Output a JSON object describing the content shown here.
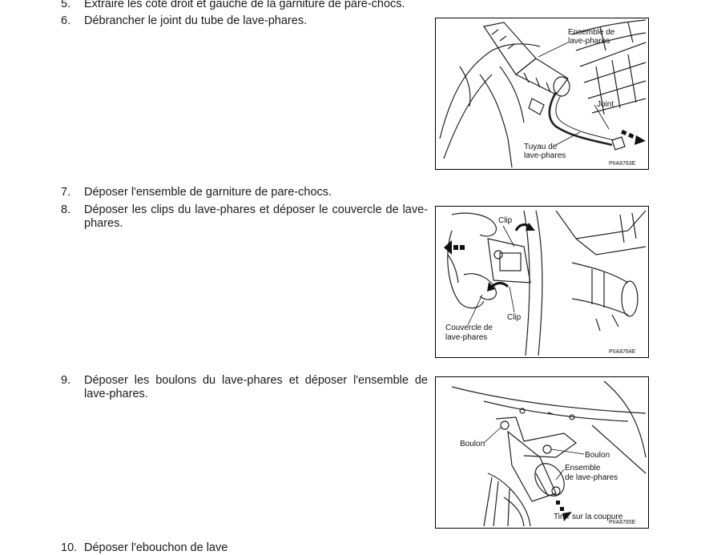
{
  "steps": [
    {
      "num": "5.",
      "text": "Extraire les côté droit et gauche de la garniture de pare-chocs."
    },
    {
      "num": "6.",
      "text": "Débrancher le joint du tube de lave-phares."
    },
    {
      "num": "7.",
      "text": "Déposer l'ensemble de garniture de pare-chocs."
    },
    {
      "num": "8.",
      "text": "Déposer les clips du lave-phares et déposer le couvercle de lave-phares."
    },
    {
      "num": "9.",
      "text": "Déposer les boulons du lave-phares et déposer l'ensemble de lave-phares."
    },
    {
      "num": "10.",
      "text": "Déposer l'ebouchon de lave"
    }
  ],
  "figures": [
    {
      "code": "PIIA8763E",
      "labels": {
        "assembly_line1": "Ensemble de",
        "assembly_line2": "lave-phares",
        "joint": "Joint",
        "hose_line1": "Tuyau de",
        "hose_line2": "lave-phares"
      }
    },
    {
      "code": "PIIA8764E",
      "labels": {
        "clip_top": "Clip",
        "clip_bottom": "Clip",
        "cover_line1": "Couvercle de",
        "cover_line2": "lave-phares"
      }
    },
    {
      "code": "PIIA8765E",
      "labels": {
        "bolt_left": "Boulon",
        "bolt_right": "Boulon",
        "assembly_line1": "Ensemble",
        "assembly_line2": "de lave-phares",
        "pull": "Tirer sur la coupure"
      }
    }
  ]
}
